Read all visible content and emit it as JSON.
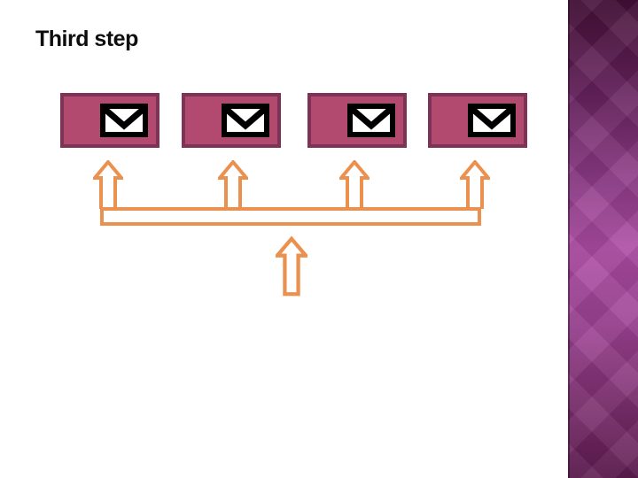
{
  "slide": {
    "title": "Third step",
    "background": "#ffffff",
    "title_color": "#0d0d0d"
  },
  "diagram": {
    "description": "four mailboxes fan-in to one source via upward arrows",
    "mailbox_count": 4,
    "mailboxes": [
      {
        "icon": "envelope-icon"
      },
      {
        "icon": "envelope-icon"
      },
      {
        "icon": "envelope-icon"
      },
      {
        "icon": "envelope-icon"
      }
    ],
    "branch_arrow_count": 4,
    "trunk_arrow_count": 1,
    "arrow_direction": "up"
  },
  "colors": {
    "mailbox_fill": "#b24a70",
    "mailbox_border": "#7c3355",
    "envelope_fill": "#ffffff",
    "envelope_stroke": "#000000",
    "arrow_stroke": "#ea9150",
    "arrow_fill": "#ffffff",
    "sidebar_top": "#441037",
    "sidebar_mid": "#ad4ca4",
    "sidebar_bottom": "#5e1b50"
  }
}
